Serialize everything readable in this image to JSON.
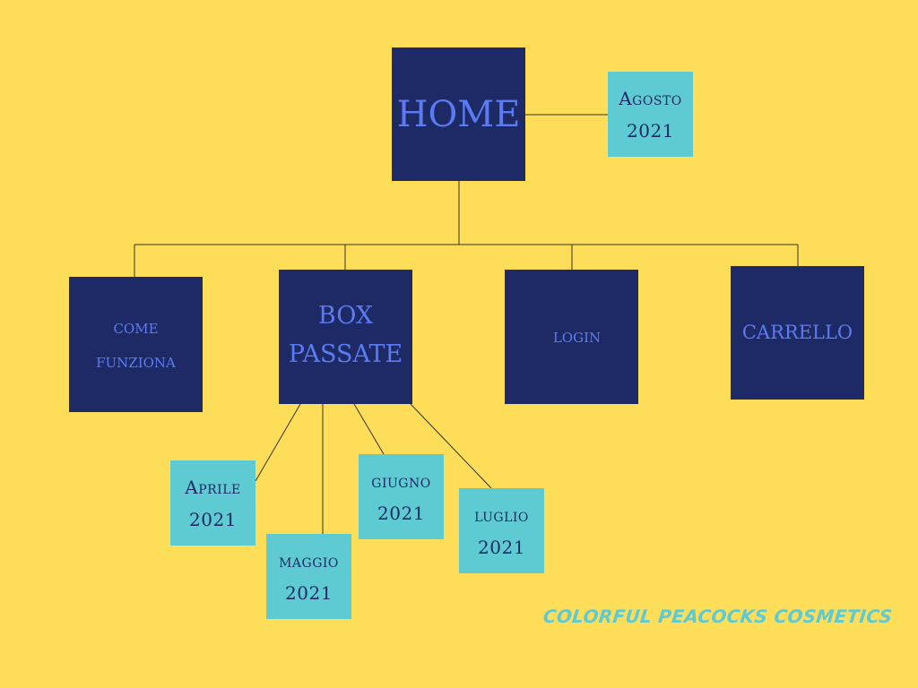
{
  "nodes": {
    "home": "HOME",
    "home_note": [
      "Agosto",
      "2021"
    ],
    "come_funziona": [
      "come",
      "funziona"
    ],
    "box_passate": [
      "BOX",
      "PASSATE"
    ],
    "login": "login",
    "carrello": "CARRELLO",
    "aprile": [
      "Aprile",
      "2021"
    ],
    "maggio": [
      "maggio",
      "2021"
    ],
    "giugno": [
      "giugno",
      "2021"
    ],
    "luglio": [
      "luglio",
      "2021"
    ]
  },
  "footer": {
    "brand": "COLORFUL PEACOCKS COSMETICS"
  },
  "colors": {
    "background": "#FEDD59",
    "dark_box": "#1E2A66",
    "dark_text": "#5B7BF2",
    "light_box": "#5ECBD3",
    "light_text": "#1E2A66",
    "line": "#333333"
  }
}
